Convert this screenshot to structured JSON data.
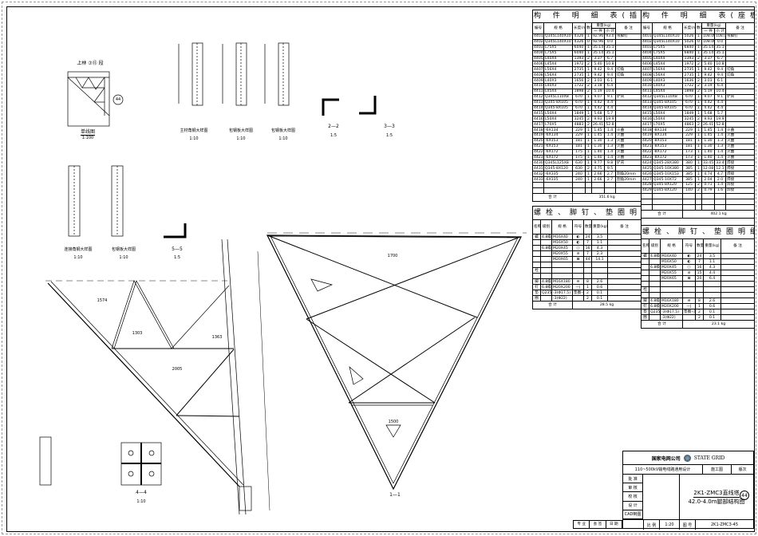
{
  "drawing": {
    "labels": {
      "segment": "上林 ⑦⑬ 段",
      "single_line": "单线图",
      "scale_100": "1:100",
      "part_no": "44",
      "main_angle": "主材角钢大样图",
      "wrap_plate1": "包钢板大样图",
      "wrap_plate2": "包钢板大样图",
      "connect_angle": "连接角钢大样图",
      "wrap_plate3": "包钢板大样图",
      "sec22": "2—2",
      "sec33": "3—3",
      "sec55": "5—5",
      "sec44": "4—4",
      "sec11": "1—1",
      "scale_10": "1:10",
      "scale_5": "1:5",
      "dim_1700": "1700",
      "dim_1500": "1500",
      "dim_1574": "1574",
      "dim_2005": "2005",
      "dim_1303": "1303",
      "dim_1363": "1363"
    }
  },
  "parts_insert": {
    "title": "构 件 明 细 表(插入式)",
    "headers": [
      "编号",
      "规 格",
      "长度(mm)",
      "数量",
      "重量(kg)",
      "一 件",
      "小 计",
      "备 注"
    ],
    "rows": [
      [
        "4401A",
        "Q345L140X10",
        "4326",
        "1",
        "92.96",
        "93.0",
        "带脚钉"
      ],
      [
        "4402A",
        "Q345L140X10",
        "4326",
        "0",
        "92.96",
        "0.0",
        ""
      ],
      [
        "4403",
        "L75X5",
        "6040",
        "1",
        "35.14",
        "35.1",
        ""
      ],
      [
        "4404",
        "L75X5",
        "6040",
        "1",
        "35.14",
        "35.1",
        ""
      ],
      [
        "4405",
        "L40X4",
        "1393",
        "2",
        "3.37",
        "6.7",
        ""
      ],
      [
        "4406",
        "L45X4",
        "1972",
        "2",
        "5.40",
        "10.8",
        ""
      ],
      [
        "4407",
        "L56X4",
        "2735",
        "1",
        "9.42",
        "9.4",
        "切角"
      ],
      [
        "4408",
        "L56X4",
        "2735",
        "1",
        "9.42",
        "9.4",
        "切角"
      ],
      [
        "4409",
        "L40X3",
        "1656",
        "2",
        "3.03",
        "6.1",
        ""
      ],
      [
        "4410",
        "L40X3",
        "1722",
        "2",
        "3.18",
        "6.4",
        ""
      ],
      [
        "4411",
        "L45X4",
        "1898",
        "2",
        "5.19",
        "10.4",
        ""
      ],
      [
        "4412",
        "Q345L110X8",
        "670",
        "1",
        "9.07",
        "9.1",
        "铲背"
      ],
      [
        "4413",
        "Q345-8X105",
        "670",
        "1",
        "4.42",
        "4.4",
        ""
      ],
      [
        "4414",
        "Q345-8X105",
        "670",
        "1",
        "4.42",
        "4.4",
        ""
      ],
      [
        "4415",
        "L50X4",
        "1849",
        "1",
        "5.68",
        "5.7",
        ""
      ],
      [
        "4416",
        "L50X4",
        "3245",
        "2",
        "9.93",
        "19.9",
        ""
      ],
      [
        "4417",
        "L70X5",
        "4883",
        "2",
        "26.41",
        "52.8",
        ""
      ],
      [
        "4418",
        "-6X134",
        "229",
        "1",
        "1.45",
        "1.4",
        "火曲"
      ],
      [
        "4419",
        "-6X134",
        "229",
        "1",
        "1.45",
        "1.4",
        "火曲"
      ],
      [
        "4420",
        "-6X153",
        "181",
        "1",
        "1.30",
        "1.3",
        "火曲"
      ],
      [
        "4421",
        "-6X153",
        "181",
        "1",
        "1.30",
        "1.3",
        "火曲"
      ],
      [
        "4422",
        "-6X172",
        "175",
        "1",
        "1.40",
        "1.4",
        "火曲"
      ],
      [
        "4423",
        "-6X172",
        "175",
        "1",
        "1.40",
        "1.4",
        "火曲"
      ],
      [
        "4430",
        "Q345L125X8",
        "630",
        "1",
        "9.77",
        "9.8",
        "铲背"
      ],
      [
        "4431",
        "Q345-8X120",
        "630",
        "2",
        "4.75",
        "9.5",
        ""
      ],
      [
        "4432",
        "-6X335",
        "240",
        "1",
        "2.66",
        "2.7",
        "割角20mm"
      ],
      [
        "4433",
        "-6X335",
        "240",
        "1",
        "2.66",
        "2.7",
        "割角20mm"
      ]
    ],
    "total_label": "合 计",
    "total": "351.6 kg"
  },
  "parts_base": {
    "title": "构 件 明 细 表(座板式)",
    "headers": [
      "编号",
      "规 格",
      "长度(mm)",
      "数量",
      "重量(kg)",
      "一 件",
      "小 计",
      "备 注"
    ],
    "rows": [
      [
        "4401",
        "Q345L140X10",
        "5026",
        "1",
        "108.00",
        "108.0",
        "带脚钉"
      ],
      [
        "4402",
        "Q345L140X10",
        "5026",
        "0",
        "108.00",
        "0.0",
        ""
      ],
      [
        "4403",
        "L75X5",
        "6840",
        "1",
        "35.14",
        "35.1",
        ""
      ],
      [
        "4404",
        "L75X5",
        "6840",
        "1",
        "35.14",
        "35.1",
        ""
      ],
      [
        "4405",
        "L40X4",
        "1393",
        "2",
        "3.37",
        "6.7",
        ""
      ],
      [
        "4406",
        "L45X4",
        "1972",
        "2",
        "5.40",
        "10.8",
        ""
      ],
      [
        "4407",
        "L56X4",
        "2735",
        "1",
        "9.42",
        "9.4",
        "切角"
      ],
      [
        "4408",
        "L56X4",
        "2735",
        "1",
        "9.42",
        "9.4",
        "切角"
      ],
      [
        "4409",
        "L40X3",
        "1636",
        "2",
        "3.03",
        "6.1",
        ""
      ],
      [
        "4410",
        "L40X3",
        "1722",
        "2",
        "3.19",
        "6.4",
        ""
      ],
      [
        "4411",
        "L45X4",
        "1898",
        "2",
        "5.19",
        "10.4",
        ""
      ],
      [
        "4412",
        "Q345L110X8",
        "670",
        "1",
        "9.07",
        "9.1",
        "铲背"
      ],
      [
        "4413",
        "Q345-8X105",
        "670",
        "1",
        "4.42",
        "4.4",
        ""
      ],
      [
        "4414",
        "Q345-8X105",
        "670",
        "1",
        "4.42",
        "4.4",
        ""
      ],
      [
        "4415",
        "L50X4",
        "1849",
        "1",
        "5.68",
        "5.7",
        ""
      ],
      [
        "4416",
        "L50X4",
        "3245",
        "2",
        "9.93",
        "19.9",
        ""
      ],
      [
        "4417",
        "L70X5",
        "4863",
        "2",
        "26.41",
        "52.8",
        ""
      ],
      [
        "4418",
        "-8X134",
        "229",
        "1",
        "1.45",
        "1.4",
        "火曲"
      ],
      [
        "4419",
        "-8X134",
        "229",
        "1",
        "1.45",
        "1.4",
        "火曲"
      ],
      [
        "4420",
        "-8X153",
        "181",
        "1",
        "1.30",
        "1.3",
        "火曲"
      ],
      [
        "4421",
        "-8X153",
        "181",
        "1",
        "1.30",
        "1.3",
        "火曲"
      ],
      [
        "4422",
        "-8X172",
        "173",
        "1",
        "1.40",
        "1.4",
        "火曲"
      ],
      [
        "4423",
        "-8X172",
        "173",
        "1",
        "1.40",
        "1.4",
        "火曲"
      ],
      [
        "4424",
        "Q345-28X380",
        "380",
        "1",
        "33.45",
        "33.4",
        "焊接"
      ],
      [
        "4425",
        "Q345-10X380",
        "385",
        "1",
        "12.08",
        "12.1",
        "焊接"
      ],
      [
        "4426",
        "Q345-10X153",
        "385",
        "1",
        "4.74",
        "4.7",
        "焊接"
      ],
      [
        "4427",
        "Q345-10X72",
        "385",
        "1",
        "2.04",
        "2.0",
        "焊接"
      ],
      [
        "4428",
        "Q345-8X120",
        "125",
        "2",
        "0.71",
        "1.4",
        "焊接"
      ],
      [
        "4429",
        "Q345-8X120",
        "140",
        "2",
        "0.79",
        "1.6",
        "焊接"
      ]
    ],
    "total_label": "合 计",
    "total": "402.1 kg"
  },
  "bolts_insert": {
    "title": "螺栓、脚钉、垫圈明细表",
    "headers": [
      "名称",
      "级别",
      "规 格",
      "符号",
      "数量",
      "重量(kg)",
      "备 注"
    ],
    "rows": [
      [
        "螺",
        "4.8级",
        "M16X40",
        "◐",
        "24",
        "3.5",
        ""
      ],
      [
        "",
        "",
        "M16X50",
        "◐",
        "7",
        "1.1",
        ""
      ],
      [
        "",
        "6.8级",
        "M20X45",
        "○",
        "16",
        "4.3",
        ""
      ],
      [
        "",
        "",
        "M20X55",
        "⊘",
        "7",
        "2.3",
        ""
      ],
      [
        "",
        "",
        "M20X65",
        "⊠",
        "44",
        "14.1",
        ""
      ],
      [
        "",
        "",
        "",
        "",
        "",
        "",
        ""
      ],
      [
        "栓",
        "",
        "",
        "",
        "",
        "",
        ""
      ],
      [
        "",
        "",
        "",
        "",
        "",
        "",
        ""
      ],
      [
        "脚",
        "4.8级",
        "M16X180",
        "⊖",
        "8",
        "2.6",
        ""
      ],
      [
        "钉",
        "6.8级",
        "M20X200",
        "—|",
        "1",
        "0.6",
        ""
      ],
      [
        "垫",
        "Q235",
        "-3(Φ17.5)",
        "垫圈-小垫",
        "2",
        "0.1",
        ""
      ],
      [
        "圈",
        "",
        "-3(Φ22)",
        "",
        "2",
        "0.1",
        ""
      ]
    ],
    "total_label": "合 计",
    "total": "28.5 kg"
  },
  "bolts_base": {
    "title": "螺栓、脚钉、垫圈明细表",
    "headers": [
      "名称",
      "级别",
      "规 格",
      "符号",
      "数量",
      "重量(kg)",
      "备 注"
    ],
    "rows": [
      [
        "螺",
        "4.8级",
        "M16X40",
        "◐",
        "24",
        "3.5",
        ""
      ],
      [
        "",
        "",
        "M16X50",
        "◐",
        "7",
        "1.1",
        ""
      ],
      [
        "",
        "6.8级",
        "M20X45",
        "○",
        "16",
        "4.3",
        ""
      ],
      [
        "",
        "",
        "M20X55",
        "⊘",
        "15",
        "4.4",
        ""
      ],
      [
        "",
        "",
        "M20X65",
        "⊠",
        "20",
        "6.4",
        ""
      ],
      [
        "",
        "",
        "",
        "",
        "",
        "",
        ""
      ],
      [
        "栓",
        "",
        "",
        "",
        "",
        "",
        ""
      ],
      [
        "",
        "",
        "",
        "",
        "",
        "",
        ""
      ],
      [
        "脚",
        "4.8级",
        "M16X180",
        "⊖",
        "8",
        "2.6",
        ""
      ],
      [
        "钉",
        "6.8级",
        "M20X200",
        "—|",
        "1",
        "0.6",
        ""
      ],
      [
        "垫",
        "Q235",
        "-3(Φ17.5)",
        "垫圈-小垫",
        "2",
        "0.1",
        ""
      ],
      [
        "圈",
        "",
        "-3(Φ22)",
        "",
        "2",
        "0.1",
        ""
      ]
    ],
    "total_label": "合 计",
    "total": "23.1 kg"
  },
  "title_block": {
    "company": "国家电网公司",
    "brand": "STATE GRID",
    "project": "110~500kV输电线路通用设计",
    "stage": "施工图",
    "version": "版次",
    "roles": [
      "批 准",
      "审 核",
      "校 核",
      "设 计",
      "CAD制图"
    ],
    "drawing_title_1": "2K1-ZMC3直线塔",
    "drawing_title_2": "42.0-4.0m腿部结构图",
    "part_no": "44",
    "scale_label": "比 例",
    "scale": "1:20",
    "drawing_no_label": "图 号",
    "drawing_no": "2K1-ZMC3-45",
    "sign_cols": [
      "专 业",
      "会 签",
      "日 期"
    ]
  }
}
